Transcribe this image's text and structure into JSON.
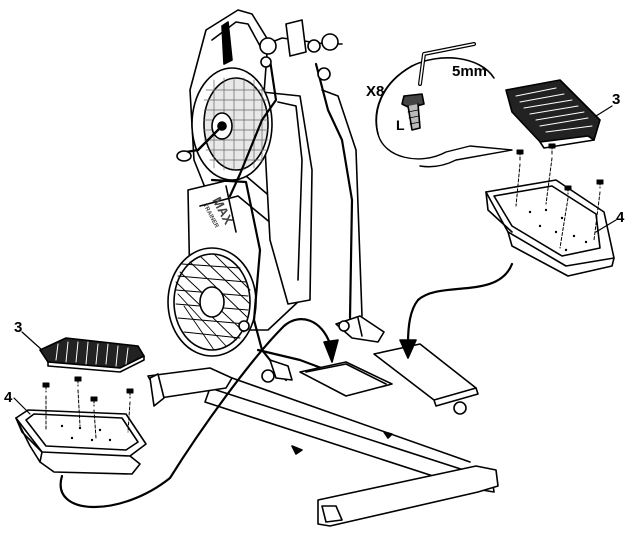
{
  "callouts": {
    "hardware_qty": "X8",
    "tool_size": "5mm",
    "bolt_letter": "L",
    "pad_top_right": "3",
    "tray_top_right": "4",
    "pad_left": "3",
    "tray_left": "4"
  },
  "brand": {
    "logo_line1": "MAX",
    "logo_line2": "TRAINER"
  }
}
